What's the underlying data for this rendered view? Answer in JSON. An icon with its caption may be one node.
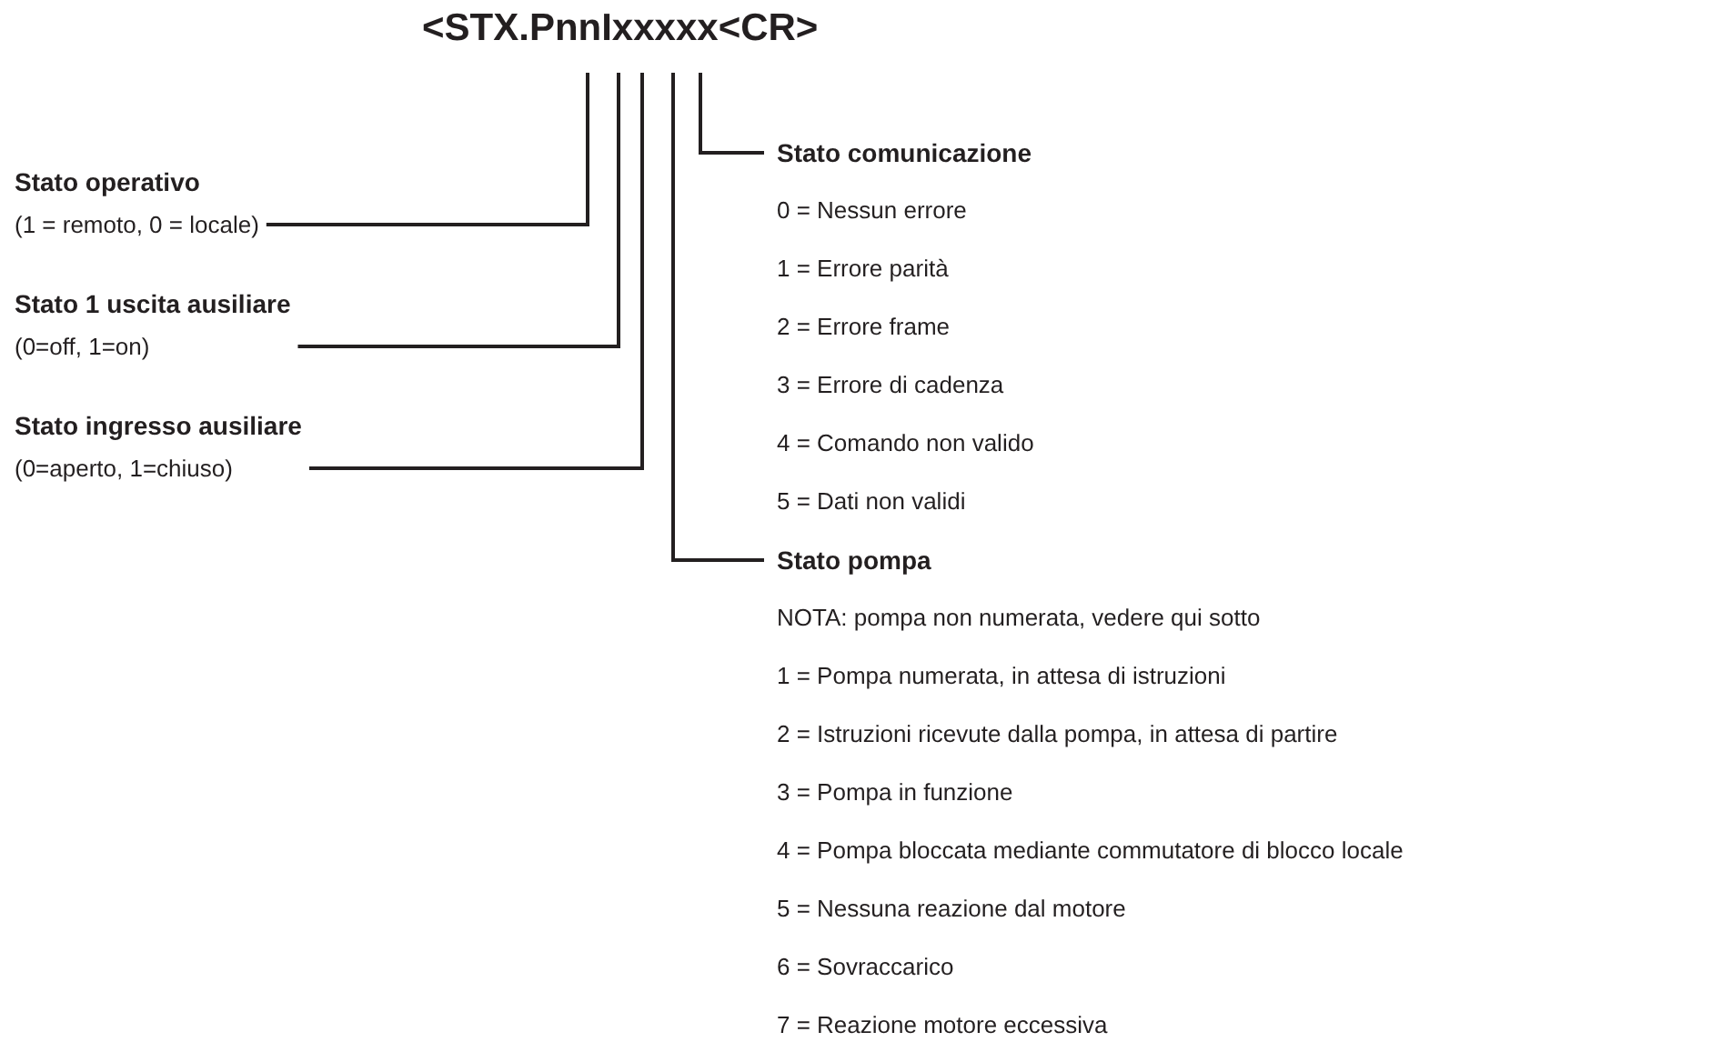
{
  "diagram": {
    "nodes": [
      {
        "text": [
          "<STX.PnnIxxxxx<CR>"
        ]
      },
      {
        "text": [
          "Stato operativo",
          "(1 = remoto, 0 = locale)"
        ]
      },
      {
        "text": [
          "Stato 1 uscita ausiliare",
          "(0=off, 1=on)"
        ]
      },
      {
        "text": [
          "Stato ingresso ausiliare",
          "(0=aperto, 1=chiuso)"
        ]
      },
      {
        "text": [
          "Stato comunicazione",
          "0 = Nessun errore",
          "1 = Errore parità",
          "2 = Errore frame",
          "3 = Errore di cadenza",
          "4 = Comando non valido",
          "5 = Dati non validi"
        ]
      },
      {
        "text": [
          "Stato pompa",
          "NOTA: pompa non numerata, vedere qui sotto",
          "1 = Pompa numerata, in attesa di istruzioni",
          "2 = Istruzioni ricevute dalla pompa, in attesa di partire",
          "3 = Pompa in funzione",
          "4 = Pompa bloccata mediante commutatore di blocco locale",
          "5 = Nessuna reazione dal motore",
          "6 = Sovraccarico",
          "7 = Reazione motore eccessiva"
        ]
      }
    ],
    "edges": [
      {
        "from": 0,
        "to": 1,
        "arrow": "none"
      },
      {
        "from": 0,
        "to": 2,
        "arrow": "none"
      },
      {
        "from": 0,
        "to": 3,
        "arrow": "none"
      },
      {
        "from": 0,
        "to": 4,
        "arrow": "none"
      },
      {
        "from": 0,
        "to": 5,
        "arrow": "none"
      }
    ]
  }
}
